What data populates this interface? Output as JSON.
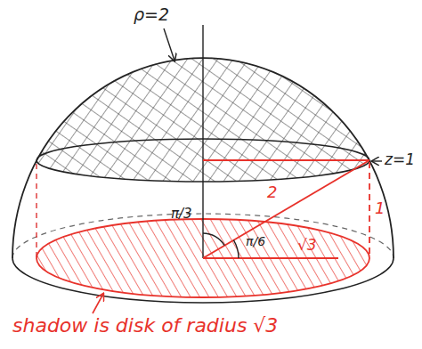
{
  "diagram": {
    "labels": [
      "ρ=2",
      "z=1",
      "π/3",
      "2",
      "π/6",
      "√3",
      "1",
      "shadow is disk of radius √3"
    ]
  }
}
